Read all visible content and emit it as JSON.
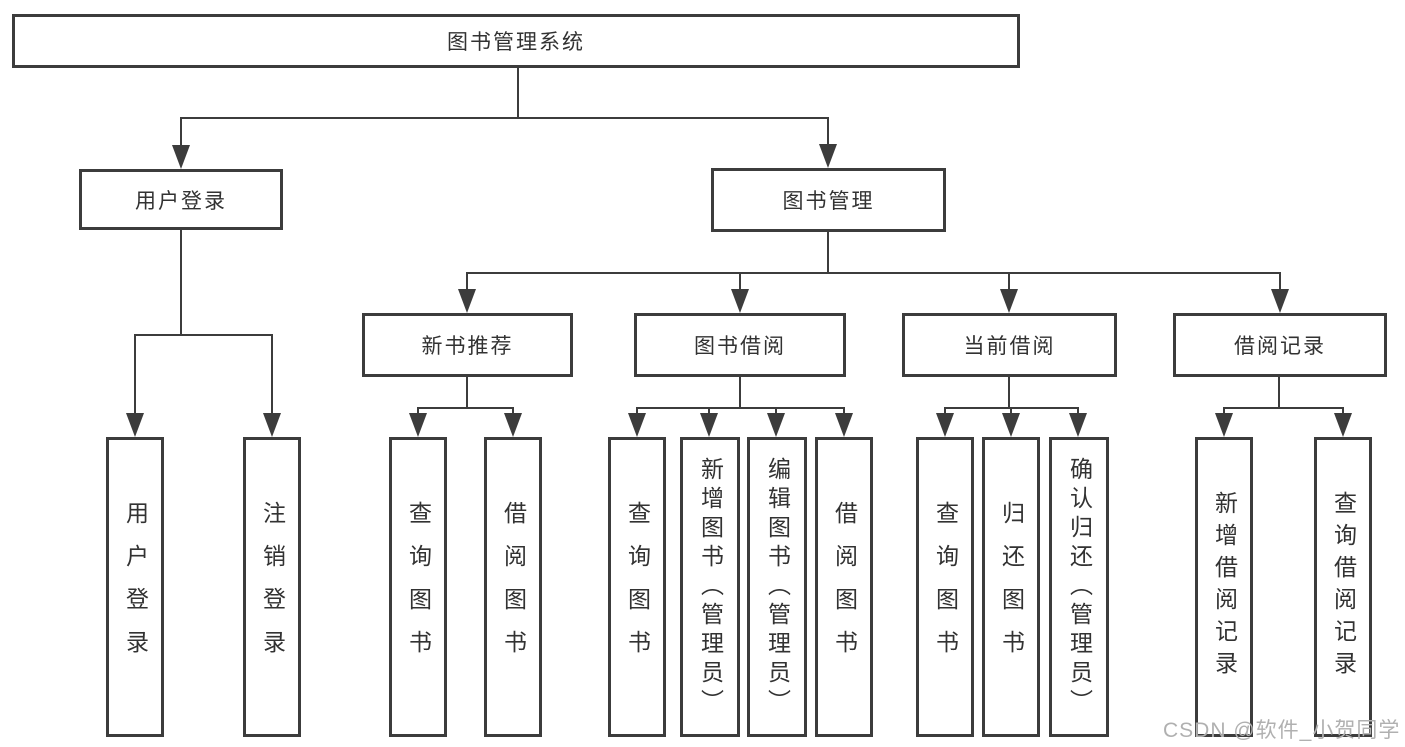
{
  "diagram": {
    "root": "图书管理系统",
    "user_login": {
      "label": "用户登录",
      "children": [
        "用户登录",
        "注销登录"
      ]
    },
    "book_management": {
      "label": "图书管理",
      "groups": [
        {
          "label": "新书推荐",
          "children": [
            "查询图书",
            "借阅图书"
          ]
        },
        {
          "label": "图书借阅",
          "children": [
            "查询图书",
            "新增图书（管理员）",
            "编辑图书（管理员）",
            "借阅图书"
          ]
        },
        {
          "label": "当前借阅",
          "children": [
            "查询图书",
            "归还图书",
            "确认归还（管理员）"
          ]
        },
        {
          "label": "借阅记录",
          "children": [
            "新增借阅记录",
            "查询借阅记录"
          ]
        }
      ]
    }
  },
  "watermark": "CSDN @软件_小贺同学",
  "colors": {
    "line": "#3c3c3c",
    "text": "#323232",
    "watermark": "#b0b0b0",
    "background": "#ffffff"
  }
}
